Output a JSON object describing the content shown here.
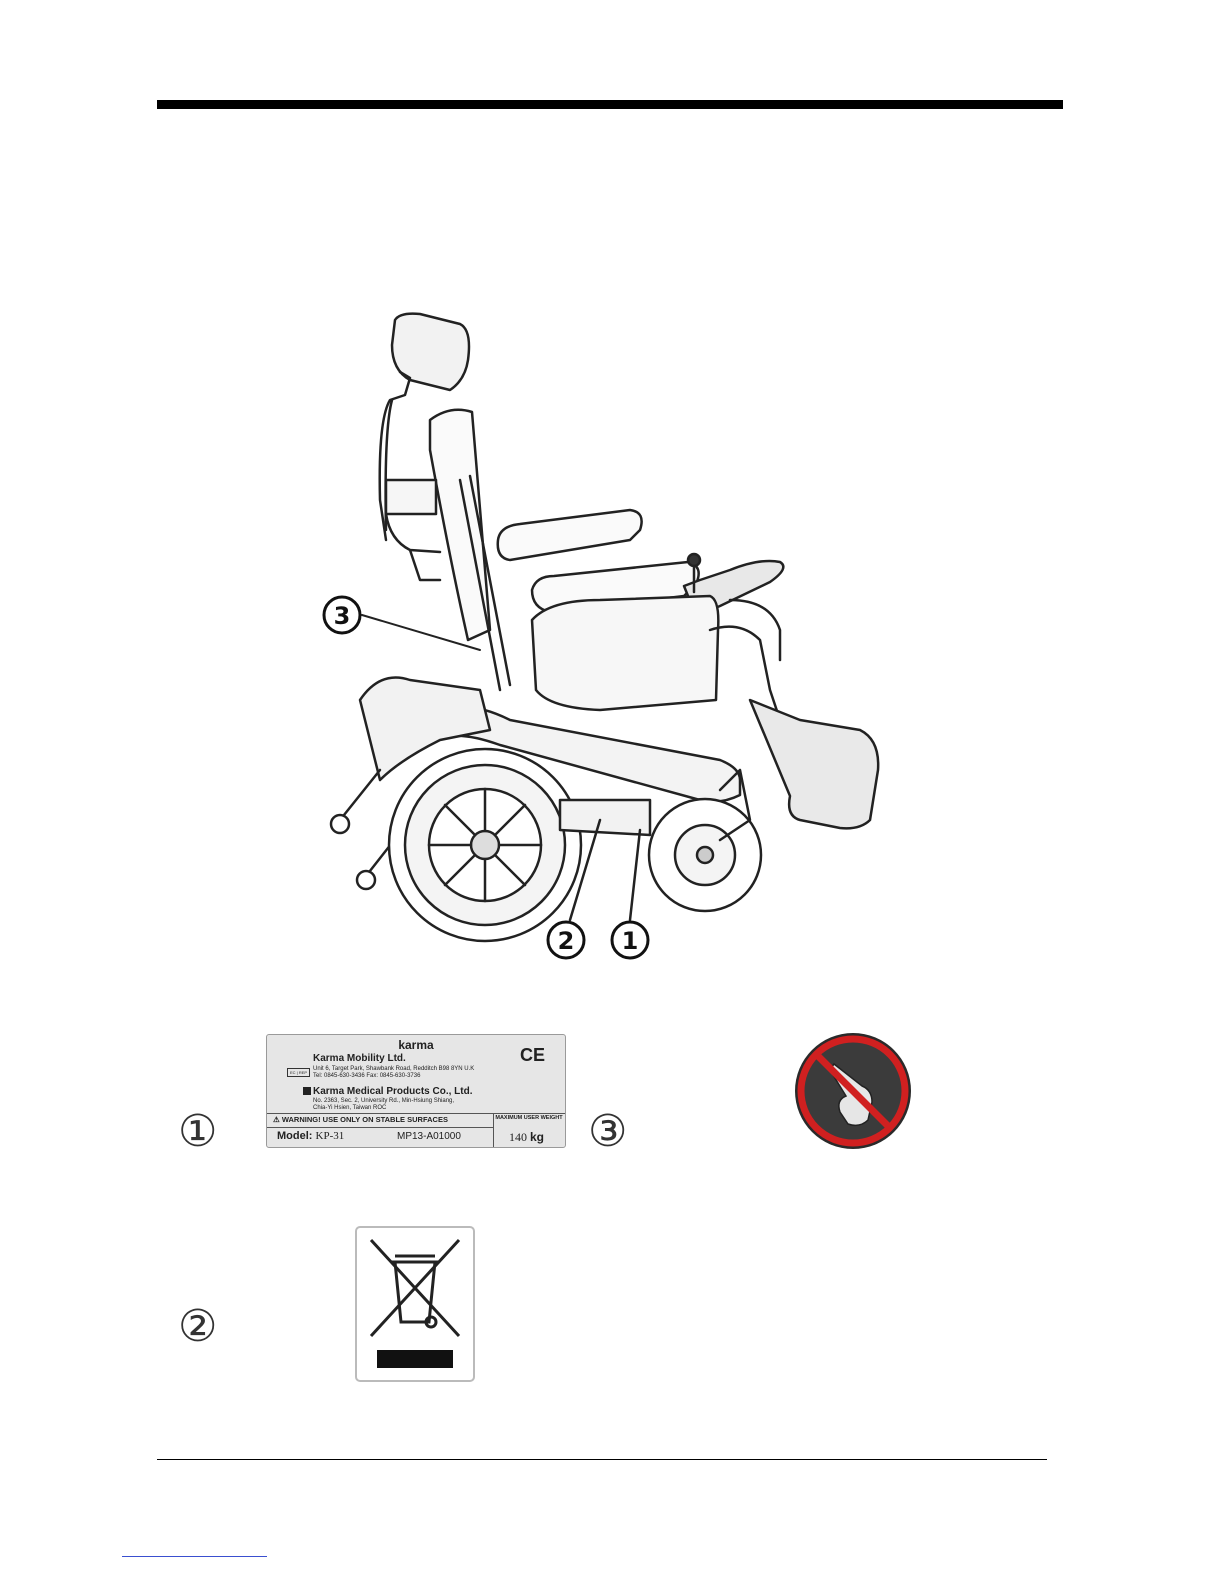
{
  "callouts": {
    "one": "①",
    "two": "②",
    "three": "③"
  },
  "figure_callouts": {
    "one": "1",
    "two": "2",
    "three": "3"
  },
  "plate": {
    "brand": "karma",
    "ce_mark": "CE",
    "company1": "Karma Mobility Ltd.",
    "company1_address": "Unit 6, Target Park, Shawbank Road, Redditch B98 8YN U.K",
    "company1_tel": "Tel: 0845-630-3436    Fax: 0845-630-3736",
    "ec_rep": "EC | REP",
    "company2": "Karma Medical Products Co., Ltd.",
    "company2_address1": "No. 2363, Sec. 2, University Rd., Min-Hsiung Shiang,",
    "company2_address2": "Chia-Yi Hsien, Taiwan ROC",
    "warning": "WARNING! USE ONLY ON STABLE SURFACES",
    "max_weight_label": "MAXIMUM USER WEIGHT",
    "model_label": "Model:",
    "model_value": "KP-31",
    "serial": "MP13-A01000",
    "weight_value": "140",
    "weight_unit": "kg"
  },
  "icons": {
    "no_pinch": "no-hand-pinch-icon",
    "weee": "crossed-out-wheeled-bin-icon"
  }
}
